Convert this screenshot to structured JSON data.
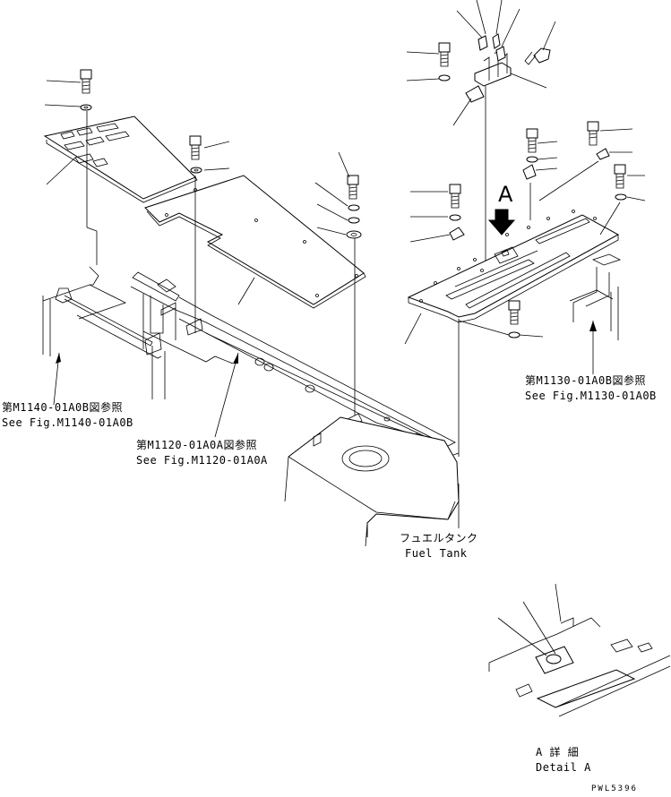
{
  "references": [
    {
      "id": "m1140",
      "jp": "第M1140-01A0B図参照",
      "en": "See Fig.M1140-01A0B"
    },
    {
      "id": "m1120",
      "jp": "第M1120-01A0A図参照",
      "en": "See Fig.M1120-01A0A"
    },
    {
      "id": "m1130",
      "jp": "第M1130-01A0B図参照",
      "en": "See Fig.M1130-01A0B"
    }
  ],
  "fuel_tank": {
    "jp": "フュエルタンク",
    "en": "Fuel Tank"
  },
  "view_marker": "A",
  "detail": {
    "jp": "A 詳 細",
    "en": "Detail A"
  },
  "drawing_code": "PWL5396"
}
